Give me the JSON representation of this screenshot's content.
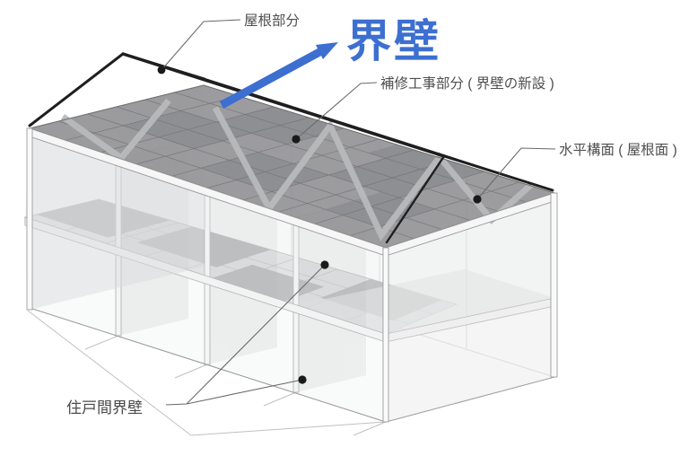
{
  "diagram": {
    "type": "axonometric-building-diagram",
    "labels": {
      "roof_part": "屋根部分",
      "big_callout": "界壁",
      "repair_part": "補修工事部分 ( 界壁の新設 )",
      "horizontal_plane": "水平構面 ( 屋根面 )",
      "unit_partition": "住戸間界壁"
    },
    "colors": {
      "accent_blue": "#3d6fd1",
      "roof_gray": "#949598",
      "roof_patch": "#8a8c8f",
      "slab_patch": "#8e9093",
      "brace_strip": "#b8b9bb",
      "wireframe_black": "#1f1f1f",
      "label_text": "#4f4f4f",
      "leader_line": "#6a6a6a"
    }
  }
}
